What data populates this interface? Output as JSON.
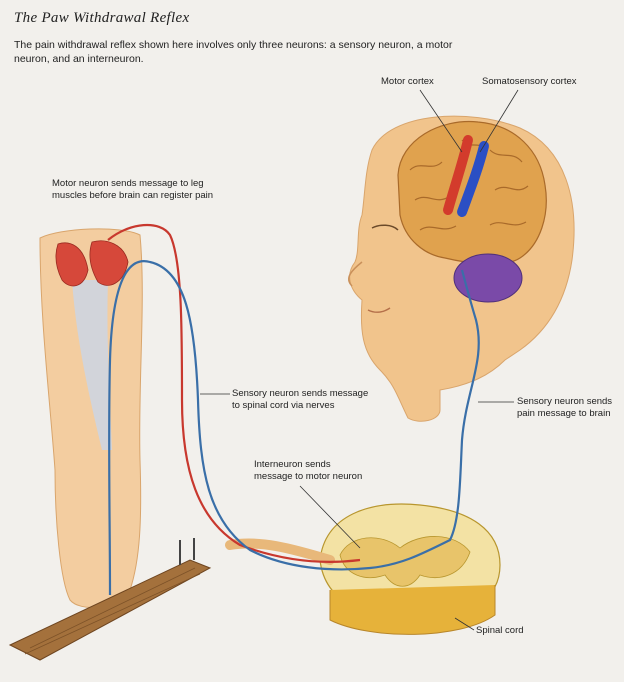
{
  "title": "The Paw Withdrawal Reflex",
  "intro": "The pain withdrawal reflex shown here involves only three neurons: a sensory neuron, a motor neuron, and an interneuron.",
  "labels": {
    "motor_cortex": "Motor cortex",
    "somatosensory_cortex": "Somatosensory cortex",
    "motor_neuron": [
      "Motor neuron sends message to leg",
      "muscles before brain can register pain"
    ],
    "sensory_spinal": [
      "Sensory neuron sends message",
      "to spinal cord via nerves"
    ],
    "sensory_brain": [
      "Sensory neuron sends",
      "pain message to brain"
    ],
    "interneuron": [
      "Interneuron sends",
      "message to motor neuron"
    ],
    "spinal_cord": "Spinal cord"
  },
  "colors": {
    "motor_path": "#c8382e",
    "sensory_path": "#3a6fa8",
    "skin": "#f1c48c",
    "brain": "#e0a24e",
    "cerebellum": "#7a4aa8",
    "muscle": "#d6483a"
  }
}
